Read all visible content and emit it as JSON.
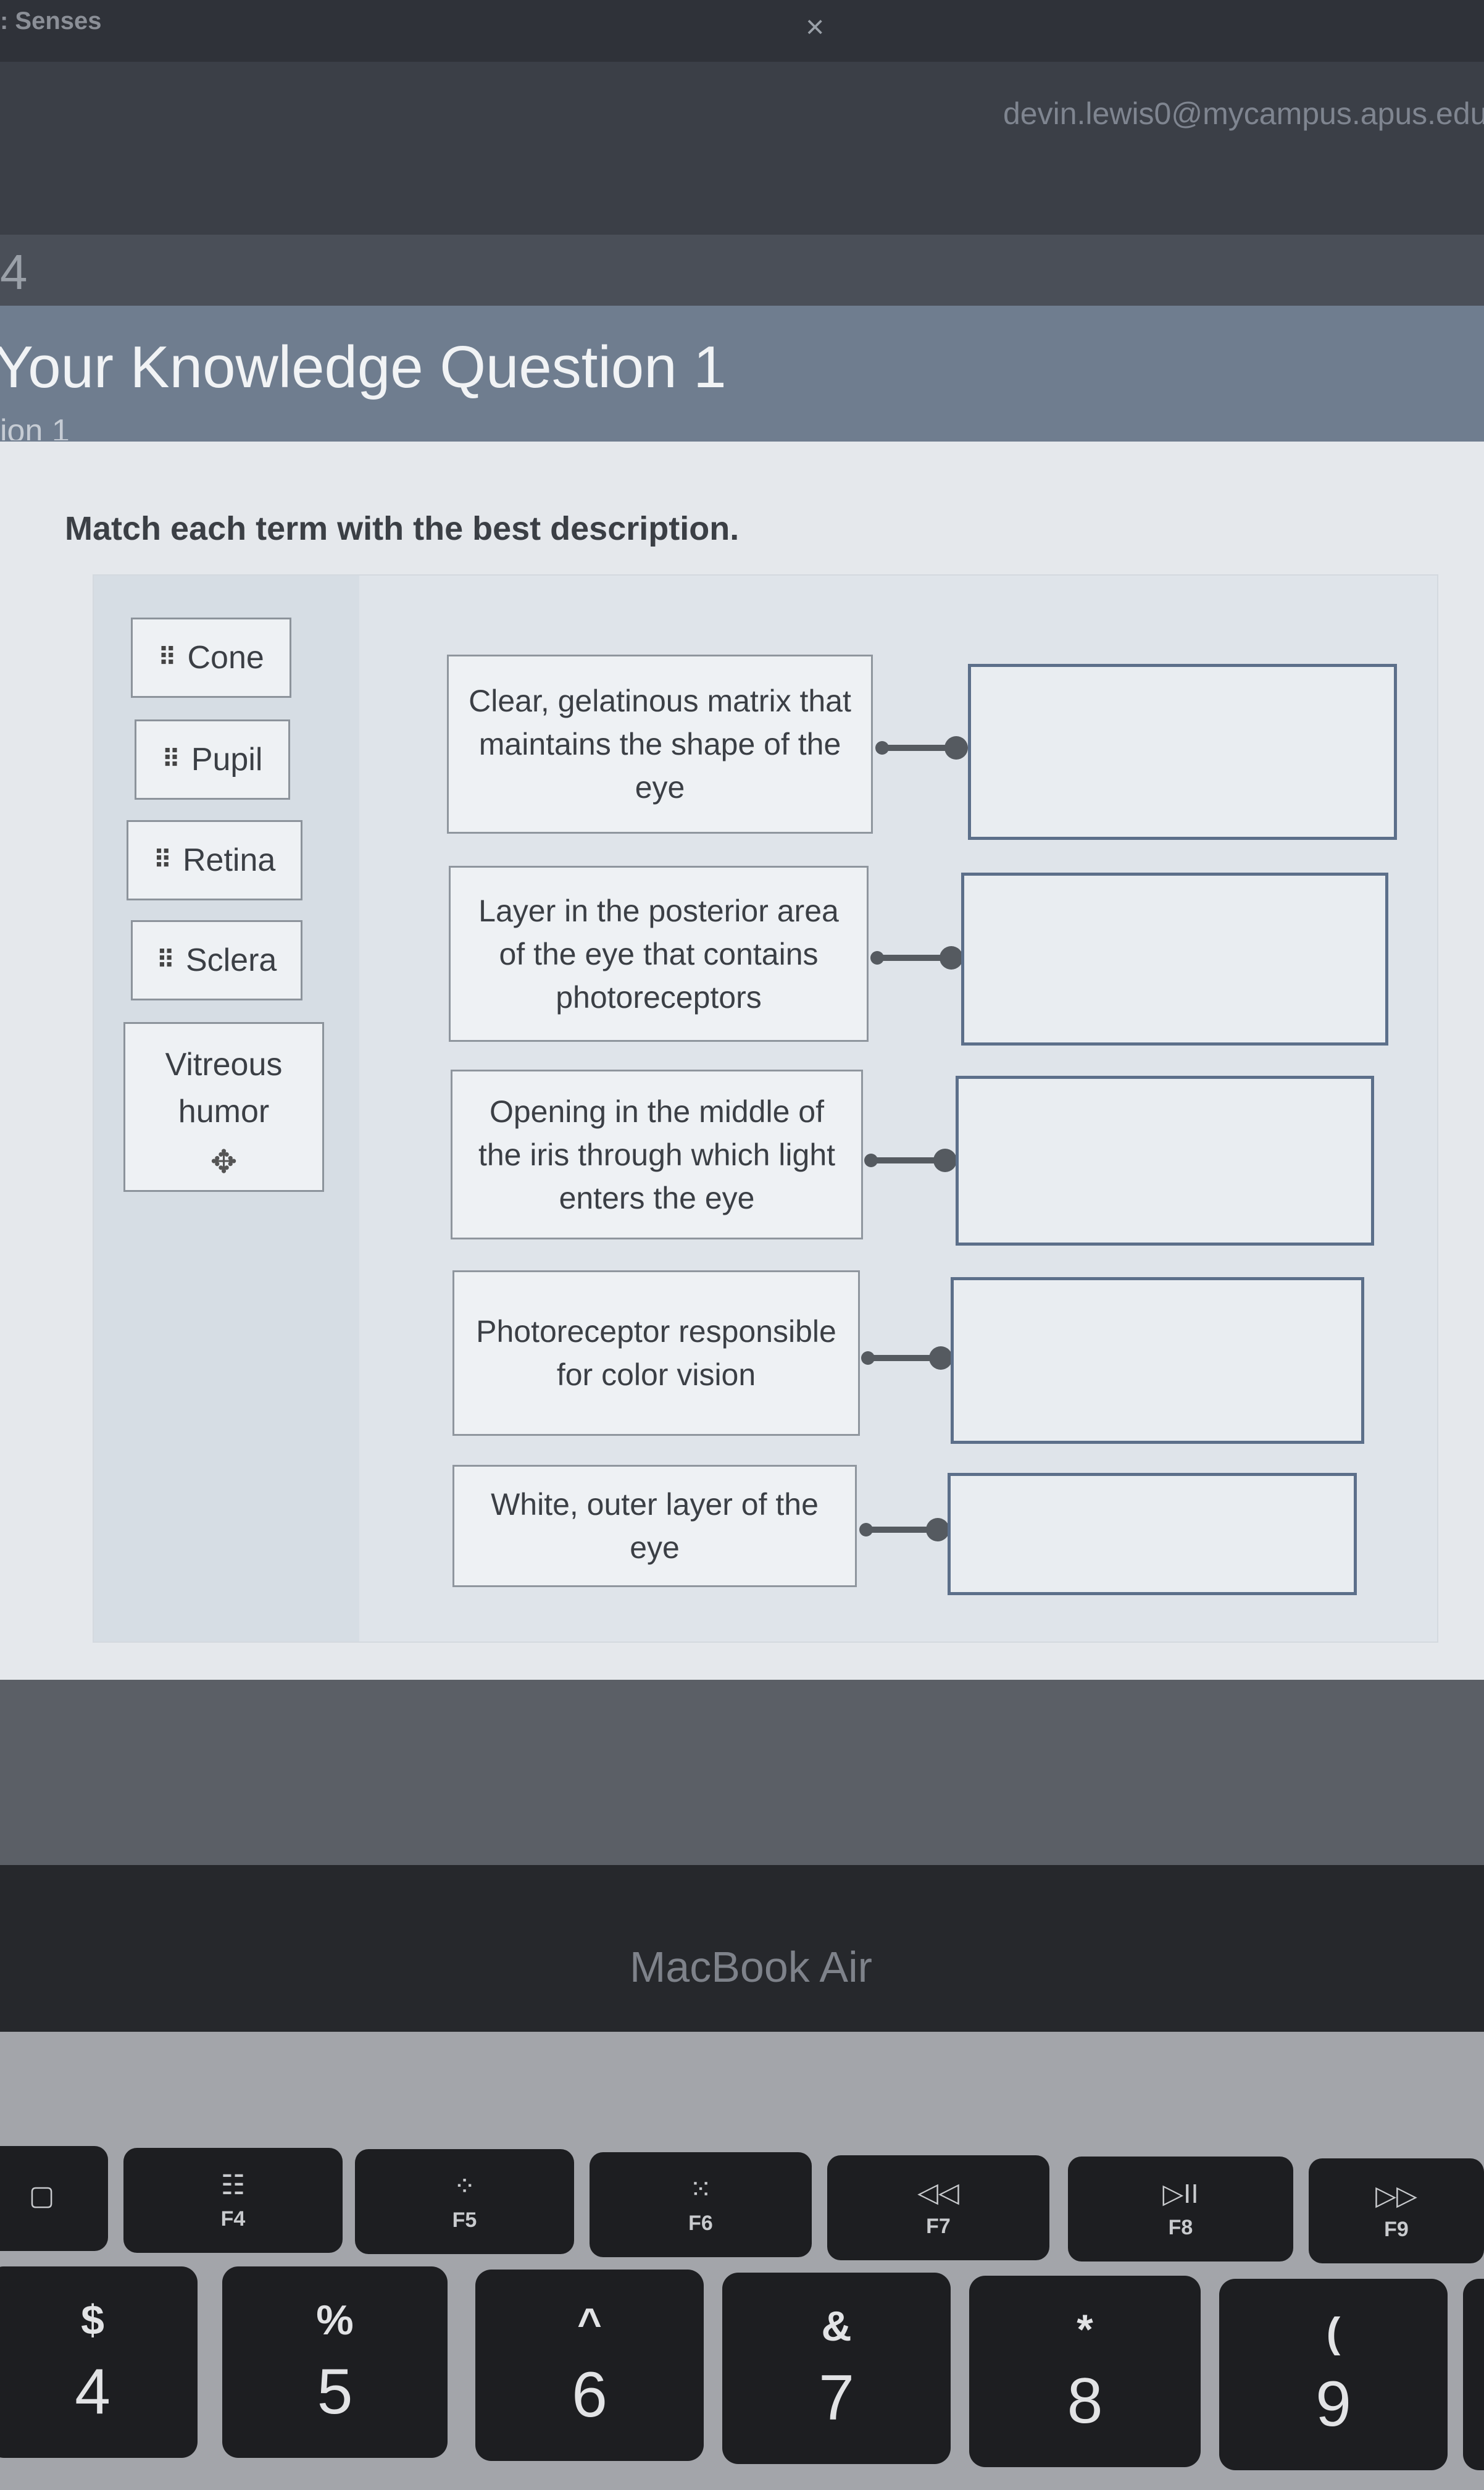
{
  "window": {
    "tab_title": ": Senses",
    "close_glyph": "×",
    "user_email": "devin.lewis0@mycampus.apus.edu"
  },
  "module": {
    "number": "4"
  },
  "page": {
    "title": "Your Knowledge Question 1",
    "subtitle": "ion 1"
  },
  "question": {
    "instructions": "Match each term with the best description.",
    "terms": [
      {
        "label": "Cone"
      },
      {
        "label": "Pupil"
      },
      {
        "label": "Retina"
      },
      {
        "label": "Sclera"
      },
      {
        "label_line1": "Vitreous",
        "label_line2": "humor",
        "move_icon": "✥"
      }
    ],
    "descriptions": [
      {
        "text": "Clear, gelatinous matrix that maintains the shape of the eye"
      },
      {
        "text": "Layer in the posterior area of the eye that contains photoreceptors"
      },
      {
        "text": "Opening in the middle of the iris through which light enters the eye"
      },
      {
        "text": "Photoreceptor responsible for color vision"
      },
      {
        "text": "White, outer layer of the eye"
      }
    ],
    "grip_glyph": "⠿"
  },
  "device": {
    "brand": "MacBook Air"
  },
  "keyboard": {
    "function_keys": [
      {
        "icon": "▢",
        "label": ""
      },
      {
        "icon": "☷",
        "label": "F4"
      },
      {
        "icon": "⁘",
        "label": "F5"
      },
      {
        "icon": "⁙",
        "label": "F6"
      },
      {
        "icon": "◁◁",
        "label": "F7"
      },
      {
        "icon": "▷II",
        "label": "F8"
      },
      {
        "icon": "▷▷",
        "label": "F9"
      }
    ],
    "number_keys": [
      {
        "symbol": "$",
        "number": "4"
      },
      {
        "symbol": "%",
        "number": "5"
      },
      {
        "symbol": "^",
        "number": "6"
      },
      {
        "symbol": "&",
        "number": "7"
      },
      {
        "symbol": "*",
        "number": "8"
      },
      {
        "symbol": "(",
        "number": "9"
      }
    ]
  }
}
